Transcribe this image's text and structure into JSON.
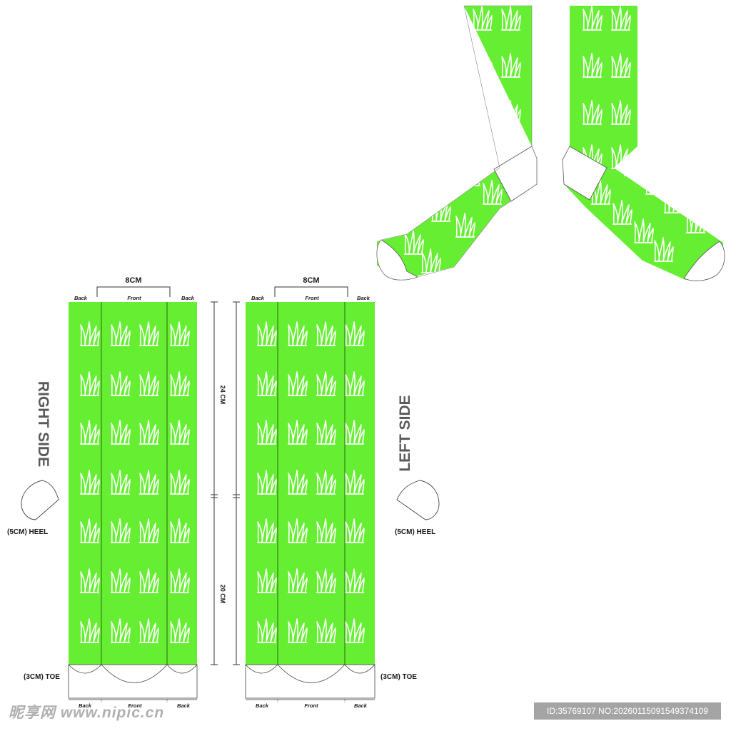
{
  "colors": {
    "sock_green": "#66ee33",
    "motif": "#ffffff",
    "line": "#333333",
    "side_label": "#5a5a5a"
  },
  "motif_icon": "grass-tuft-icon",
  "right_panel": {
    "side_label": "RIGHT SIDE",
    "width_dim": "8CM",
    "top_labels": {
      "back_left": "Back",
      "front": "Front",
      "back_right": "Back"
    },
    "bottom_labels": {
      "back_left": "Back",
      "front": "Front",
      "back_right": "Back"
    },
    "upper_length": "24 CM",
    "lower_length": "20 CM",
    "heel_label": "(5CM) HEEL",
    "toe_label": "(3CM) TOE"
  },
  "left_panel": {
    "side_label": "LEFT SIDE",
    "width_dim": "8CM",
    "top_labels": {
      "back_left": "Back",
      "front": "Front",
      "back_right": "Back"
    },
    "bottom_labels": {
      "back_left": "Back",
      "front": "Front",
      "back_right": "Back"
    },
    "heel_label": "(5CM) HEEL",
    "toe_label": "(3CM) TOE"
  },
  "watermark": {
    "site": "昵享网 www.nipic.cn",
    "id_text": "ID:35769107 NO:20260115091549374109"
  }
}
